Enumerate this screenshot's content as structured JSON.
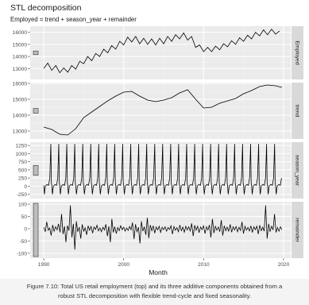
{
  "chart_data": {
    "type": "line",
    "title": "STL decomposition",
    "subtitle": "Employed = trend + season_year + remainder",
    "xlabel": "Month",
    "x_ticks": [
      1990,
      2000,
      2010,
      2020
    ],
    "xlim": [
      1988.3,
      2020.9
    ],
    "grid": true,
    "panels": [
      {
        "strip": "Employed",
        "ylim": [
          12100,
          16500
        ],
        "y_ticks": [
          12000,
          13000,
          14000,
          15000,
          16000
        ],
        "scale_bar_range": 300,
        "x": [
          1990.0,
          1990.5,
          1991.0,
          1991.5,
          1992.0,
          1992.5,
          1993.0,
          1993.5,
          1994.0,
          1994.5,
          1995.0,
          1995.5,
          1996.0,
          1996.5,
          1997.0,
          1997.5,
          1998.0,
          1998.5,
          1999.0,
          1999.5,
          2000.0,
          2000.5,
          2001.0,
          2001.5,
          2002.0,
          2002.5,
          2003.0,
          2003.5,
          2004.0,
          2004.5,
          2005.0,
          2005.5,
          2006.0,
          2006.5,
          2007.0,
          2007.5,
          2008.0,
          2008.5,
          2009.0,
          2009.5,
          2010.0,
          2010.5,
          2011.0,
          2011.5,
          2012.0,
          2012.5,
          2013.0,
          2013.5,
          2014.0,
          2014.5,
          2015.0,
          2015.5,
          2016.0,
          2016.5,
          2017.0,
          2017.5,
          2018.0,
          2018.5,
          2019.0,
          2019.5
        ],
        "y": [
          13000,
          13450,
          12850,
          13250,
          12650,
          13050,
          12700,
          13250,
          12950,
          13600,
          13400,
          14000,
          13650,
          14250,
          14000,
          14600,
          14300,
          14900,
          14600,
          15250,
          14950,
          15600,
          15200,
          15650,
          15050,
          15500,
          15000,
          15450,
          14950,
          15500,
          15050,
          15650,
          15250,
          15800,
          15450,
          15950,
          15350,
          15650,
          14750,
          14950,
          14400,
          14750,
          14400,
          14850,
          14550,
          15050,
          14800,
          15300,
          15000,
          15550,
          15250,
          15750,
          15450,
          16000,
          15700,
          16200,
          15800,
          16250,
          15850,
          16100
        ]
      },
      {
        "strip": "trend",
        "ylim": [
          12500,
          16050
        ],
        "y_ticks": [
          13000,
          14000,
          15000,
          16000
        ],
        "scale_bar_range": 300,
        "x": [
          1990,
          1991,
          1992,
          1993,
          1994,
          1995,
          1996,
          1997,
          1998,
          1999,
          2000,
          2001,
          2002,
          2003,
          2004,
          2005,
          2006,
          2007,
          2008,
          2009,
          2010,
          2011,
          2012,
          2013,
          2014,
          2015,
          2016,
          2017,
          2018,
          2019,
          2019.8
        ],
        "y": [
          13250,
          13100,
          12800,
          12750,
          13150,
          13850,
          14200,
          14550,
          14900,
          15200,
          15450,
          15500,
          15200,
          14950,
          14850,
          14950,
          15100,
          15400,
          15600,
          15000,
          14450,
          14500,
          14750,
          14900,
          15050,
          15350,
          15550,
          15800,
          15900,
          15850,
          15750
        ]
      },
      {
        "strip": "season_year",
        "ylim": [
          -380,
          1350
        ],
        "y_ticks": [
          -250,
          0,
          250,
          500,
          750,
          1000,
          1250
        ],
        "scale_bar_range": 300,
        "cycle_peak": 1300,
        "cycle_shoulder": 250,
        "cycle_trough": -250
      },
      {
        "strip": "remainder",
        "ylim": [
          -120,
          110
        ],
        "y_ticks": [
          -100,
          -50,
          0,
          50,
          100
        ],
        "scale_bar_range": 300,
        "y": [
          5,
          -12,
          28,
          -6,
          3,
          -28,
          15,
          -10,
          8,
          -4,
          20,
          -15,
          60,
          -22,
          10,
          -55,
          12,
          -8,
          95,
          -35,
          20,
          -85,
          30,
          -12,
          6,
          -40,
          18,
          -10,
          4,
          -25,
          12,
          -6,
          9,
          -18,
          7,
          -3,
          14,
          -9,
          3,
          -12,
          6,
          -5,
          18,
          -30,
          10,
          -55,
          40,
          -15,
          8,
          -20,
          5,
          -8,
          12,
          -4,
          6,
          -10,
          3,
          -7,
          9,
          -4,
          25,
          -42,
          18,
          -12,
          6,
          -60,
          30,
          -10,
          8,
          -25,
          45,
          -38,
          15,
          -8,
          12,
          -18,
          7,
          -5,
          10,
          -15,
          6,
          -4,
          8,
          -10,
          5,
          -3,
          12,
          -22,
          9,
          -6,
          4,
          -12,
          15,
          -8,
          6,
          -14,
          10,
          -5,
          8,
          -9,
          22,
          -30,
          14,
          -6,
          10,
          -16,
          7,
          -4,
          12,
          -20,
          8,
          -5,
          15,
          -35,
          40,
          -18,
          10,
          -6,
          7,
          -12,
          35,
          -28,
          12,
          -8,
          6,
          -10,
          18,
          -14,
          8,
          -5,
          9,
          -12,
          6,
          -7,
          28,
          -20,
          10,
          -6,
          5,
          -9,
          12,
          -15,
          8,
          -4,
          10,
          -22,
          14,
          -8,
          6,
          -10,
          95,
          -40,
          20,
          -12,
          10,
          -5,
          60,
          -15,
          5,
          -10,
          8,
          -4
        ]
      }
    ]
  },
  "caption": {
    "line1": "Figure 7.10: Total US retail employment (top) and its three additive components obtained from a",
    "line2": "robust STL decomposition with flexible trend-cycle and fixed seasonality."
  }
}
